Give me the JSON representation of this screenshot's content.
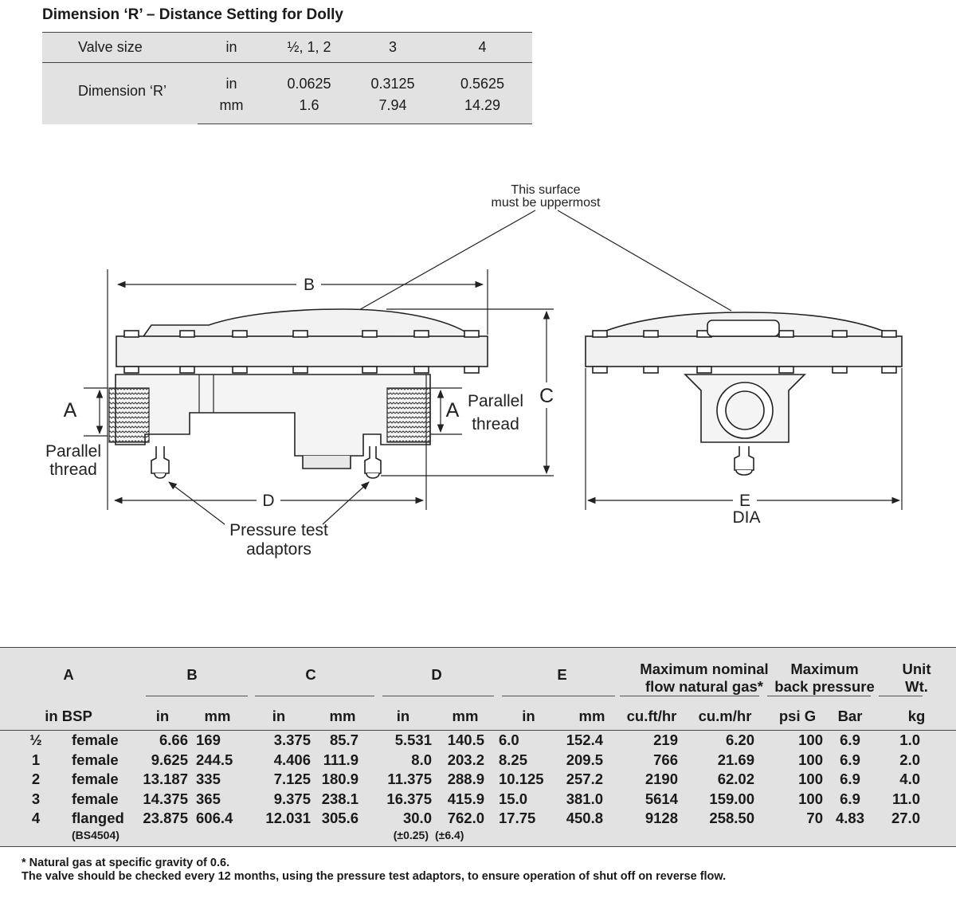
{
  "dolly": {
    "title": "Dimension ‘R’ – Distance Setting for Dolly",
    "header": {
      "label": "Valve size",
      "unit": "in",
      "sizes": [
        "½, 1, 2",
        "3",
        "4"
      ]
    },
    "dimension_label": "Dimension ‘R’",
    "rows": [
      {
        "unit": "in",
        "values": [
          "0.0625",
          "0.3125",
          "0.5625"
        ]
      },
      {
        "unit": "mm",
        "values": [
          "1.6",
          "7.94",
          "14.29"
        ]
      }
    ]
  },
  "drawing": {
    "surface_note_line1": "This surface",
    "surface_note_line2": "must be uppermost",
    "dim_b": "B",
    "dim_c": "C",
    "dim_d": "D",
    "dim_e": "E",
    "dia": "DIA",
    "dim_a_left": "A",
    "dim_a_right": "A",
    "parallel_left_1": "Parallel",
    "parallel_left_2": "thread",
    "parallel_right_1": "Parallel",
    "parallel_right_2": "thread",
    "adaptors_1": "Pressure test",
    "adaptors_2": "adaptors"
  },
  "table": {
    "headers": {
      "a": "A",
      "b": "B",
      "c": "C",
      "d": "D",
      "e": "E",
      "flow_1": "Maximum nominal",
      "flow_2": "flow natural gas*",
      "back_1": "Maximum",
      "back_2": "back pressure",
      "wt_1": "Unit",
      "wt_2": "Wt."
    },
    "units": {
      "a": "in BSP",
      "b_in": "in",
      "b_mm": "mm",
      "c_in": "in",
      "c_mm": "mm",
      "d_in": "in",
      "d_mm": "mm",
      "e_in": "in",
      "e_mm": "mm",
      "flow_cf": "cu.ft/hr",
      "flow_cm": "cu.m/hr",
      "back_psi": "psi G",
      "back_bar": "Bar",
      "wt": "kg"
    },
    "rows": [
      {
        "size": "½",
        "type": "female",
        "b_in": "6.66",
        "b_mm": "169",
        "c_in": "3.375",
        "c_mm": "85.7",
        "d_in": "5.531",
        "d_mm": "140.5",
        "e_in": "6.0",
        "e_mm": "152.4",
        "flow_cf": "219",
        "flow_cm": "6.20",
        "psi": "100",
        "bar": "6.9",
        "wt": "1.0"
      },
      {
        "size": "1",
        "type": "female",
        "b_in": "9.625",
        "b_mm": "244.5",
        "c_in": "4.406",
        "c_mm": "111.9",
        "d_in": "8.0",
        "d_mm": "203.2",
        "e_in": "8.25",
        "e_mm": "209.5",
        "flow_cf": "766",
        "flow_cm": "21.69",
        "psi": "100",
        "bar": "6.9",
        "wt": "2.0"
      },
      {
        "size": "2",
        "type": "female",
        "b_in": "13.187",
        "b_mm": "335",
        "c_in": "7.125",
        "c_mm": "180.9",
        "d_in": "11.375",
        "d_mm": "288.9",
        "e_in": "10.125",
        "e_mm": "257.2",
        "flow_cf": "2190",
        "flow_cm": "62.02",
        "psi": "100",
        "bar": "6.9",
        "wt": "4.0"
      },
      {
        "size": "3",
        "type": "female",
        "b_in": "14.375",
        "b_mm": "365",
        "c_in": "9.375",
        "c_mm": "238.1",
        "d_in": "16.375",
        "d_mm": "415.9",
        "e_in": "15.0",
        "e_mm": "381.0",
        "flow_cf": "5614",
        "flow_cm": "159.00",
        "psi": "100",
        "bar": "6.9",
        "wt": "11.0"
      },
      {
        "size": "4",
        "type": "flanged",
        "b_in": "23.875",
        "b_mm": "606.4",
        "c_in": "12.031",
        "c_mm": "305.6",
        "d_in": "30.0",
        "d_mm": "762.0",
        "e_in": "17.75",
        "e_mm": "450.8",
        "flow_cf": "9128",
        "flow_cm": "258.50",
        "psi": "70",
        "bar": "4.83",
        "wt": "27.0"
      }
    ],
    "sub": {
      "flange_std": "(BS4504)",
      "d_in_tol": "(±0.25)",
      "d_mm_tol": "(±6.4)"
    }
  },
  "footnote": {
    "line1": "* Natural gas at specific gravity of 0.6.",
    "line2": "The valve should be checked every 12 months, using the pressure test adaptors, to ensure operation of shut off on reverse flow."
  }
}
